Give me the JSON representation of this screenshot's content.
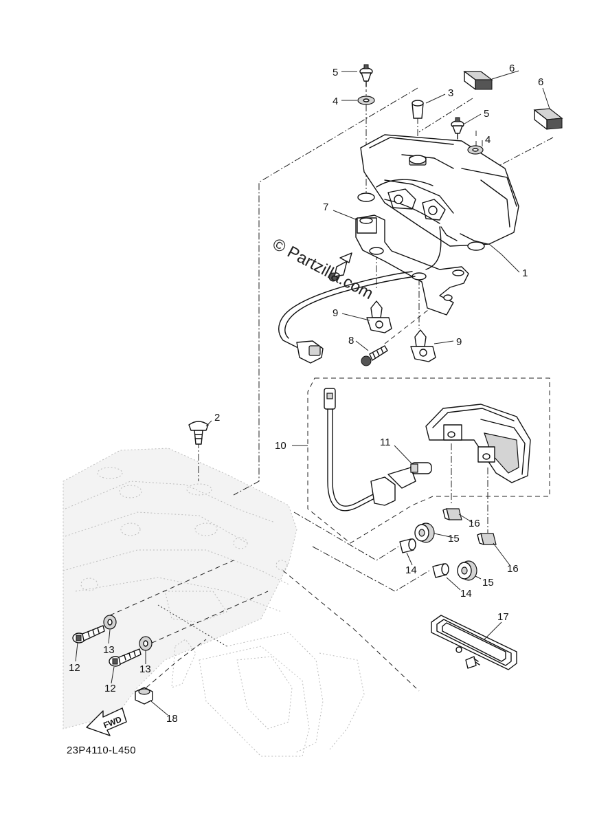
{
  "watermark": "© Partzilla.com",
  "diagram_code": "23P4110-L450",
  "fwd_arrow": {
    "label": "FWD",
    "icon": "fwd-arrow-icon"
  },
  "callouts": [
    {
      "id": "c1",
      "label": "1"
    },
    {
      "id": "c2",
      "label": "2"
    },
    {
      "id": "c3",
      "label": "3"
    },
    {
      "id": "c4a",
      "label": "4"
    },
    {
      "id": "c4b",
      "label": "4"
    },
    {
      "id": "c5a",
      "label": "5"
    },
    {
      "id": "c5b",
      "label": "5"
    },
    {
      "id": "c6a",
      "label": "6"
    },
    {
      "id": "c6b",
      "label": "6"
    },
    {
      "id": "c7",
      "label": "7"
    },
    {
      "id": "c8",
      "label": "8"
    },
    {
      "id": "c9a",
      "label": "9"
    },
    {
      "id": "c9b",
      "label": "9"
    },
    {
      "id": "c10",
      "label": "10"
    },
    {
      "id": "c11",
      "label": "11"
    },
    {
      "id": "c12a",
      "label": "12"
    },
    {
      "id": "c12b",
      "label": "12"
    },
    {
      "id": "c13a",
      "label": "13"
    },
    {
      "id": "c13b",
      "label": "13"
    },
    {
      "id": "c14a",
      "label": "14"
    },
    {
      "id": "c14b",
      "label": "14"
    },
    {
      "id": "c15a",
      "label": "15"
    },
    {
      "id": "c15b",
      "label": "15"
    },
    {
      "id": "c16a",
      "label": "16"
    },
    {
      "id": "c16b",
      "label": "16"
    },
    {
      "id": "c17",
      "label": "17"
    },
    {
      "id": "c18",
      "label": "18"
    }
  ]
}
